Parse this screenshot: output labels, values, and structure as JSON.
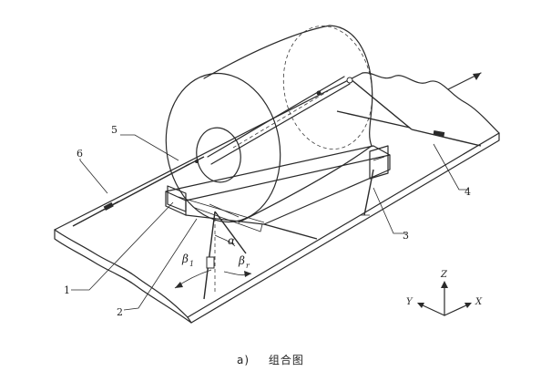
{
  "figure": {
    "caption_label": "a)",
    "caption_text": "组合图",
    "part_numbers": [
      "1",
      "2",
      "3",
      "4",
      "5",
      "6"
    ],
    "angle_symbols": {
      "alpha": "α",
      "beta": "β",
      "beta_sub_left": "1",
      "beta_sub_right": "r"
    },
    "axes": {
      "z": "Z",
      "y": "Y",
      "x": "X"
    }
  }
}
